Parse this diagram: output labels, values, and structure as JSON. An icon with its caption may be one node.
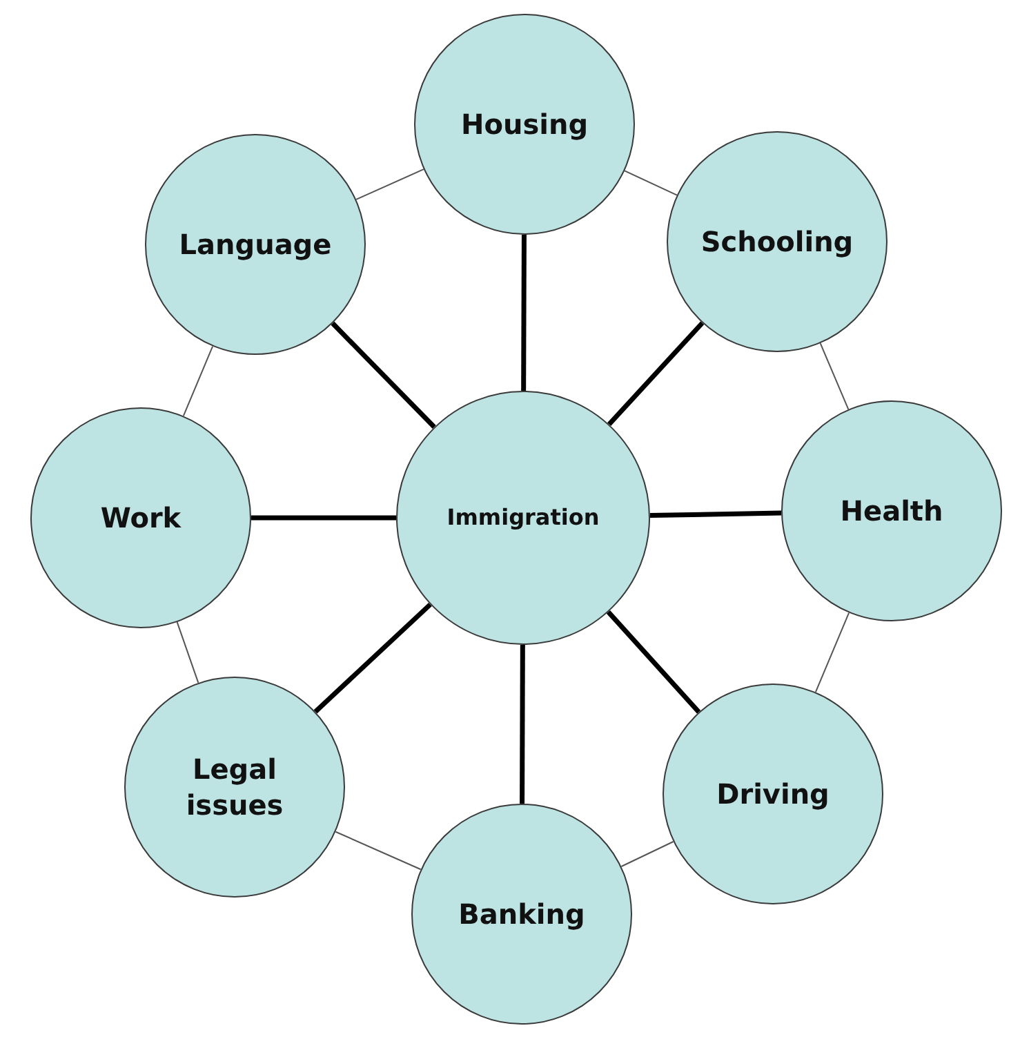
{
  "diagram": {
    "nodes": [
      {
        "text": [
          "Immigration"
        ]
      },
      {
        "text": [
          "Housing"
        ]
      },
      {
        "text": [
          "Schooling"
        ]
      },
      {
        "text": [
          "Health"
        ]
      },
      {
        "text": [
          "Driving"
        ]
      },
      {
        "text": [
          "Banking"
        ]
      },
      {
        "text": [
          "Legal issues"
        ]
      },
      {
        "text": [
          "Work"
        ]
      },
      {
        "text": [
          "Language"
        ]
      }
    ],
    "edges": [
      {
        "from": 0,
        "to": 1,
        "arrow": "none",
        "style": "thick"
      },
      {
        "from": 0,
        "to": 2,
        "arrow": "none",
        "style": "thick"
      },
      {
        "from": 0,
        "to": 3,
        "arrow": "none",
        "style": "thick"
      },
      {
        "from": 0,
        "to": 4,
        "arrow": "none",
        "style": "thick"
      },
      {
        "from": 0,
        "to": 5,
        "arrow": "none",
        "style": "thick"
      },
      {
        "from": 0,
        "to": 6,
        "arrow": "none",
        "style": "thick"
      },
      {
        "from": 0,
        "to": 7,
        "arrow": "none",
        "style": "thick"
      },
      {
        "from": 0,
        "to": 8,
        "arrow": "none",
        "style": "thick"
      },
      {
        "from": 1,
        "to": 2,
        "arrow": "none",
        "color": "#555555"
      },
      {
        "from": 2,
        "to": 3,
        "arrow": "none",
        "color": "#555555"
      },
      {
        "from": 3,
        "to": 4,
        "arrow": "none",
        "color": "#555555"
      },
      {
        "from": 4,
        "to": 5,
        "arrow": "none",
        "color": "#555555"
      },
      {
        "from": 5,
        "to": 6,
        "arrow": "none",
        "color": "#555555"
      },
      {
        "from": 6,
        "to": 7,
        "arrow": "none",
        "color": "#555555"
      },
      {
        "from": 7,
        "to": 8,
        "arrow": "none",
        "color": "#555555"
      },
      {
        "from": 8,
        "to": 1,
        "arrow": "none",
        "color": "#555555"
      }
    ]
  }
}
